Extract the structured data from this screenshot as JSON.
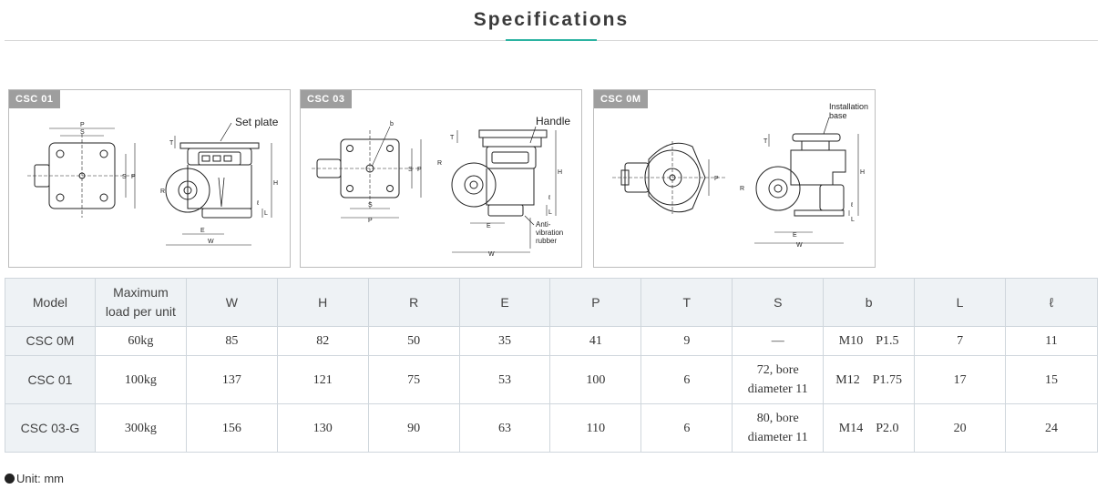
{
  "page": {
    "title": "Specifications",
    "unit_note": "Unit: mm"
  },
  "figures": [
    {
      "tag": "CSC 01",
      "callout": "Set plate"
    },
    {
      "tag": "CSC 03",
      "callout": "Handle",
      "callout2_lines": [
        "Anti-",
        "vibration",
        "rubber"
      ]
    },
    {
      "tag": "CSC 0M",
      "callout_lines": [
        "Installation",
        "base"
      ]
    }
  ],
  "table": {
    "headers": [
      "Model",
      "Maximum\nload per unit",
      "W",
      "H",
      "R",
      "E",
      "P",
      "T",
      "S",
      "b",
      "L",
      "ℓ"
    ],
    "header_model": "Model",
    "header_load_1": "Maximum",
    "header_load_2": "load per unit",
    "rows": [
      {
        "model": "CSC 0M",
        "load": "60kg",
        "W": "85",
        "H": "82",
        "R": "50",
        "E": "35",
        "P": "41",
        "T": "9",
        "S1": "—",
        "S2": "",
        "b": "M10　P1.5",
        "L": "7",
        "l": "11"
      },
      {
        "model": "CSC 01",
        "load": "100kg",
        "W": "137",
        "H": "121",
        "R": "75",
        "E": "53",
        "P": "100",
        "T": "6",
        "S1": "72, bore",
        "S2": "diameter 11",
        "b": "M12　P1.75",
        "L": "17",
        "l": "15"
      },
      {
        "model": "CSC 03-G",
        "load": "300kg",
        "W": "156",
        "H": "130",
        "R": "90",
        "E": "63",
        "P": "110",
        "T": "6",
        "S1": "80, bore",
        "S2": "diameter 11",
        "b": "M14　P2.0",
        "L": "20",
        "l": "24"
      }
    ]
  }
}
